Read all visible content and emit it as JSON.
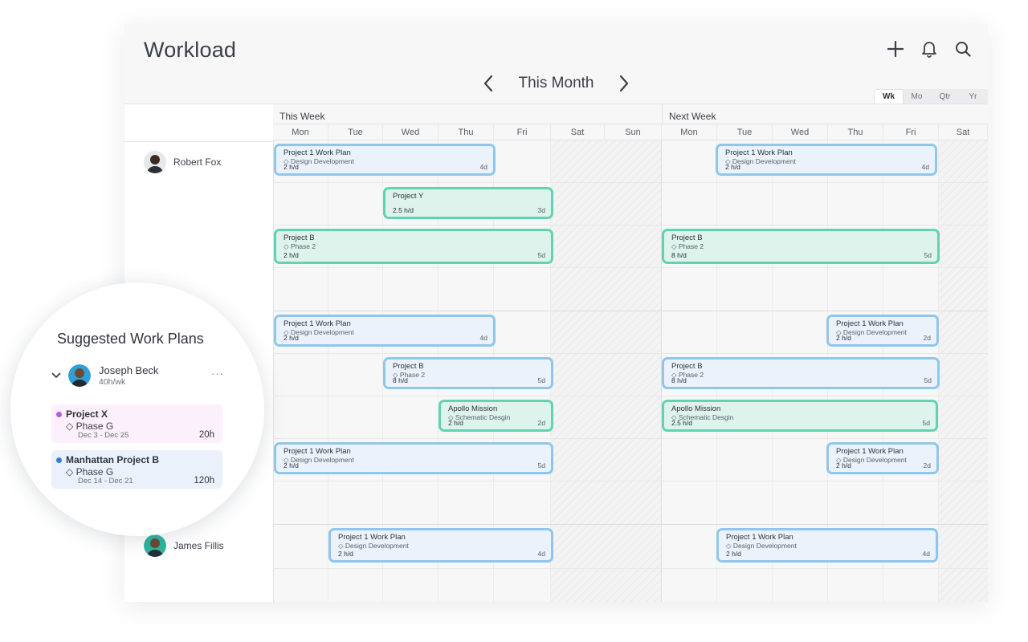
{
  "header": {
    "title": "Workload"
  },
  "icons": {
    "add": "plus-icon",
    "notifications": "bell-icon",
    "search": "search-icon"
  },
  "nav": {
    "label": "This Month"
  },
  "scale": {
    "options": [
      "Wk",
      "Mo",
      "Qtr",
      "Yr"
    ],
    "active": "Wk"
  },
  "weeks": [
    {
      "label": "This Week",
      "days": [
        "Mon",
        "Tue",
        "Wed",
        "Thu",
        "Fri",
        "Sat",
        "Sun"
      ]
    },
    {
      "label": "Next Week",
      "days": [
        "Mon",
        "Tue",
        "Wed",
        "Thu",
        "Fri",
        "Sat"
      ]
    }
  ],
  "people": [
    {
      "name": "Robert Fox"
    },
    {
      "name": "James Fillis"
    }
  ],
  "bars": [
    {
      "title": "Project 1 Work Plan",
      "sub": "◇ Design Development",
      "hours": "2 h/d",
      "days": "4d",
      "color": "blue"
    },
    {
      "title": "Project 1 Work Plan",
      "sub": "◇ Design Development",
      "hours": "2 h/d",
      "days": "4d",
      "color": "blue"
    },
    {
      "title": "Project Y",
      "sub": "",
      "hours": "2.5 h/d",
      "days": "3d",
      "color": "green"
    },
    {
      "title": "Project B",
      "sub": "◇ Phase 2",
      "hours": "2 h/d",
      "days": "5d",
      "color": "green"
    },
    {
      "title": "Project B",
      "sub": "◇ Phase 2",
      "hours": "8 h/d",
      "days": "5d",
      "color": "green"
    },
    {
      "title": "Project 1 Work Plan",
      "sub": "◇ Design Development",
      "hours": "2 h/d",
      "days": "4d",
      "color": "blue"
    },
    {
      "title": "Project 1 Work Plan",
      "sub": "◇ Design Development",
      "hours": "2 h/d",
      "days": "2d",
      "color": "blue"
    },
    {
      "title": "Project B",
      "sub": "◇ Phase 2",
      "hours": "8 h/d",
      "days": "5d",
      "color": "blue"
    },
    {
      "title": "Project B",
      "sub": "◇ Phase 2",
      "hours": "8 h/d",
      "days": "5d",
      "color": "blue"
    },
    {
      "title": "Apollo Mission",
      "sub": "◇ Schematic Desgin",
      "hours": "2 h/d",
      "days": "2d",
      "color": "green"
    },
    {
      "title": "Apollo Mission",
      "sub": "◇ Schematic Desgin",
      "hours": "2.5 h/d",
      "days": "5d",
      "color": "green"
    },
    {
      "title": "Project 1 Work Plan",
      "sub": "◇ Design Development",
      "hours": "2 h/d",
      "days": "5d",
      "color": "blue"
    },
    {
      "title": "Project 1 Work Plan",
      "sub": "◇ Design Development",
      "hours": "2 h/d",
      "days": "2d",
      "color": "blue"
    },
    {
      "title": "Project 1 Work Plan",
      "sub": "◇ Design Development",
      "hours": "2 h/d",
      "days": "4d",
      "color": "blue"
    },
    {
      "title": "Project 1 Work Plan",
      "sub": "◇ Design Development",
      "hours": "2 h/d",
      "days": "4d",
      "color": "blue"
    }
  ],
  "suggested": {
    "title": "Suggested Work Plans",
    "person": {
      "name": "Joseph Beck",
      "hours": "40h/wk"
    },
    "plans": [
      {
        "title": "Project X",
        "phase": "◇ Phase G",
        "dates": "Dec 3 - Dec 25",
        "hours": "20h",
        "dot_color": "#b35fd6",
        "bg_color": "#fbf0fb"
      },
      {
        "title": "Manhattan Project B",
        "phase": "◇ Phase G",
        "dates": "Dec 14 - Dec 21",
        "hours": "120h",
        "dot_color": "#2f7fd8",
        "bg_color": "#ebf1fa"
      }
    ]
  },
  "colors": {
    "blue_border": "#8fc7ec",
    "green_border": "#61d3b3"
  }
}
